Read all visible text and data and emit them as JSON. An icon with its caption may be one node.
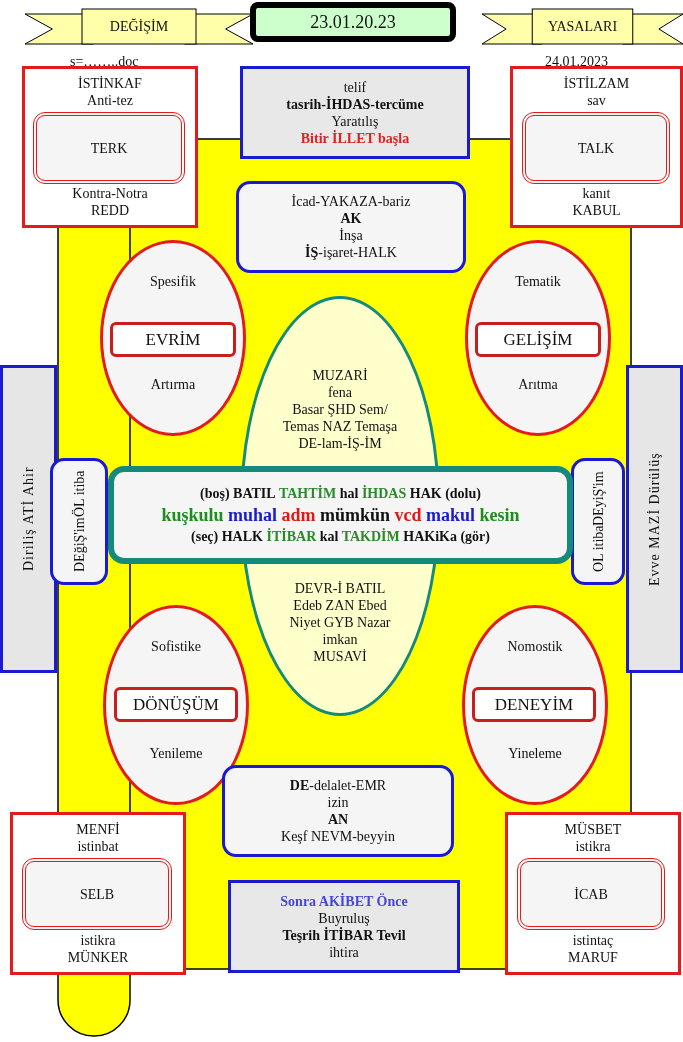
{
  "diagram": {
    "nodes": [
      {
        "text": [
          "DEĞİŞİM"
        ]
      },
      {
        "text": [
          "23.01.20.23"
        ]
      },
      {
        "text": [
          "YASALARI"
        ]
      },
      {
        "text": [
          "İSTİNKAF",
          "Anti-tez",
          "Kontra-Notra",
          "REDD"
        ]
      },
      {
        "text": [
          "TERK"
        ],
        "in": 3
      },
      {
        "text": [
          "telif",
          "tasrih-İHDAS-tercüme",
          "Yaratılış",
          "Bitir İLLET başla"
        ]
      },
      {
        "text": [
          "İSTİLZAM",
          "sav",
          "kanıt",
          "KABUL"
        ]
      },
      {
        "text": [
          "TALK"
        ],
        "in": 6
      },
      {
        "text": [
          "İcad-YAKAZA-bariz",
          "AK",
          "İnşa",
          "**İŞ**-işaret-HALK"
        ]
      },
      {
        "text": [
          "Spesifik",
          "Artırma"
        ]
      },
      {
        "text": [
          "EVRİM"
        ],
        "in": 9
      },
      {
        "text": [
          "Tematik",
          "Arıtma"
        ]
      },
      {
        "text": [
          "GELİŞİM"
        ],
        "in": 11
      },
      {
        "text": [
          "Diriliş ATİ Ahir"
        ]
      },
      {
        "text": [
          "DEğiŞ'im",
          "ÖL itiba"
        ]
      },
      {
        "text": [
          "MUZARİ",
          "fena",
          "Basar ŞHD Sem/",
          "Temas NAZ Temaşa",
          "DE-lam-İŞ-İM",
          "DEVR-İ BATIL",
          "Edeb ZAN Ebed",
          "Niyet GYB Nazar",
          "imkan",
          "MUSAVİ"
        ]
      },
      {
        "text": [
          "**(boş) BATIL** TAHTİM **hal** İHDAS **HAK (dolu)**",
          "kuşkulu muhal adm mümkün vcd makul kesin",
          "**(seç) HALK** İTİBAR **kal** TAKDİM **HAKiKa (gör)**"
        ]
      },
      {
        "text": [
          "OL itiba",
          "DEyiŞ'im"
        ]
      },
      {
        "text": [
          "Evve MAZİ Dürülüş"
        ]
      },
      {
        "text": [
          "Sofistike",
          "Yenileme"
        ]
      },
      {
        "text": [
          "DÖNÜŞÜM"
        ],
        "in": 19
      },
      {
        "text": [
          "Nomostik",
          "Yineleme"
        ]
      },
      {
        "text": [
          "DENEYİM"
        ],
        "in": 21
      },
      {
        "text": [
          "**DE**-delalet-EMR",
          "izin",
          "AN",
          "Keşf NEVM-beyyin"
        ]
      },
      {
        "text": [
          "MENFİ",
          "istinbat",
          "istikra",
          "MÜNKER"
        ]
      },
      {
        "text": [
          "SELB"
        ],
        "in": 24
      },
      {
        "text": [
          "Sonra AKİBET Önce",
          "Buyruluş",
          "Teşrih İTİBAR Tevil",
          "ihtira"
        ]
      },
      {
        "text": [
          "MÜSBET",
          "istikra",
          "istintaç",
          "MARUF"
        ]
      },
      {
        "text": [
          "İCAB"
        ],
        "in": 27
      }
    ],
    "labels": [
      "s=……..doc",
      "24.01.2023"
    ]
  }
}
